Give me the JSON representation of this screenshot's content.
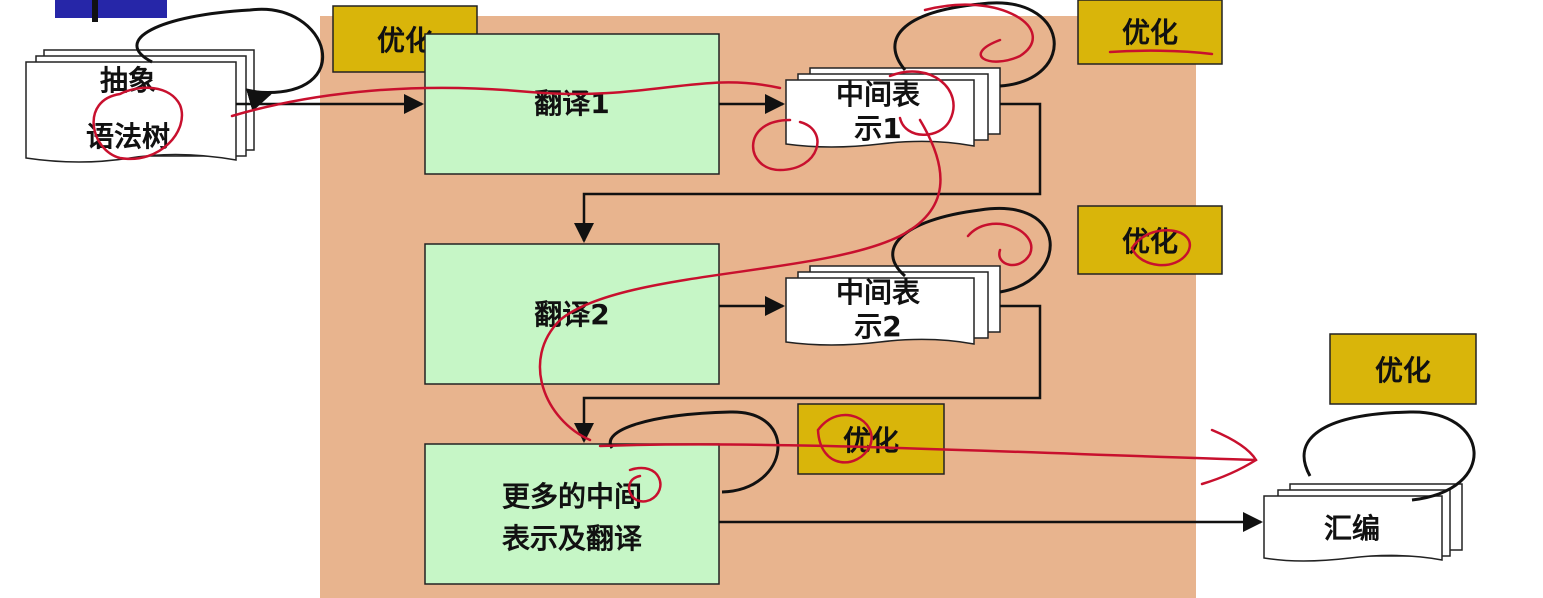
{
  "diagram": {
    "colors": {
      "background_panel": "#E8B48E",
      "process_box": "#C6F6C6",
      "opt_box": "#D9B50A",
      "doc": "#FFFFFF",
      "ink_red": "#C8102E",
      "ink_black": "#111111",
      "corner_mark": "#2626A8"
    },
    "nodes": {
      "ast_line1": "抽象",
      "ast_line2": "语法树",
      "translate1": "翻译1",
      "translate2": "翻译2",
      "more_line1": "更多的中间",
      "more_line2": "表示及翻译",
      "ir1_line1": "中间表",
      "ir1_line2": "示1",
      "ir2_line1": "中间表",
      "ir2_line2": "示2",
      "asm": "汇编"
    },
    "optimize_labels": {
      "opt_ast": "优化",
      "opt_ir1": "优化",
      "opt_ir2": "优化",
      "opt_more": "优化",
      "opt_asm": "优化"
    }
  }
}
